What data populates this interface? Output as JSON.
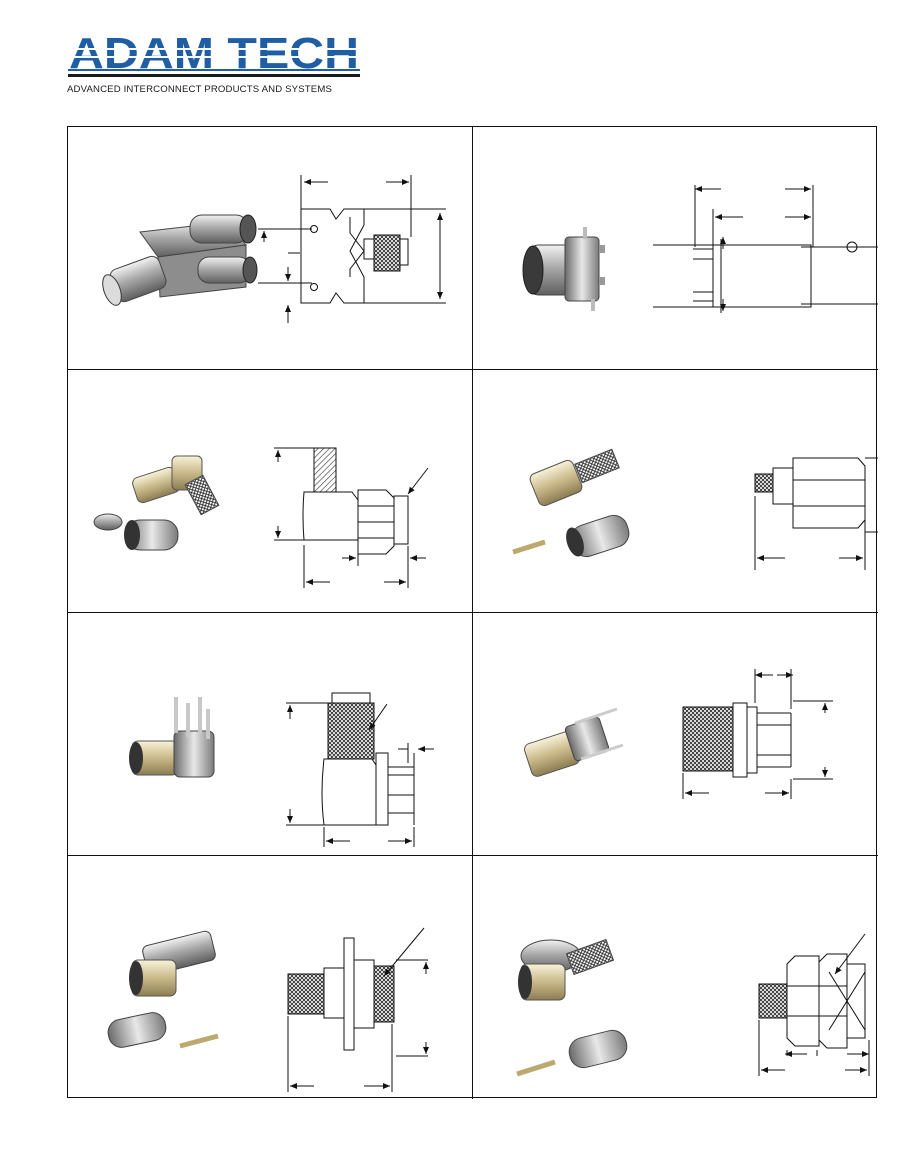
{
  "header": {
    "brand_name": "ADAM TECH",
    "tagline": "ADVANCED INTERCONNECT PRODUCTS AND SYSTEMS",
    "brand_color": "#1f5ea5"
  },
  "products": [
    {
      "id": "bnc-t-adapter",
      "photo_icon": "bnc-dual-jack-adapter-icon",
      "drawing_icon": "bnc-t-adapter-drawing-icon"
    },
    {
      "id": "bnc-pcb-jack",
      "photo_icon": "bnc-pcb-jack-icon",
      "drawing_icon": "bnc-pcb-jack-drawing-icon"
    },
    {
      "id": "sma-right-angle-crimp-plug",
      "photo_icon": "sma-right-angle-plug-icon",
      "drawing_icon": "sma-right-angle-plug-drawing-icon"
    },
    {
      "id": "sma-straight-crimp-plug",
      "photo_icon": "sma-straight-plug-icon",
      "drawing_icon": "sma-straight-plug-drawing-icon"
    },
    {
      "id": "sma-right-angle-pcb-jack",
      "photo_icon": "sma-right-angle-pcb-jack-icon",
      "drawing_icon": "sma-right-angle-pcb-jack-drawing-icon"
    },
    {
      "id": "sma-straight-pcb-jack",
      "photo_icon": "sma-straight-pcb-jack-icon",
      "drawing_icon": "sma-straight-pcb-jack-drawing-icon"
    },
    {
      "id": "sma-flange-crimp-jack",
      "photo_icon": "sma-flange-jack-icon",
      "drawing_icon": "sma-flange-jack-drawing-icon"
    },
    {
      "id": "sma-bulkhead-crimp-jack",
      "photo_icon": "sma-bulkhead-jack-icon",
      "drawing_icon": "sma-bulkhead-jack-drawing-icon"
    }
  ]
}
